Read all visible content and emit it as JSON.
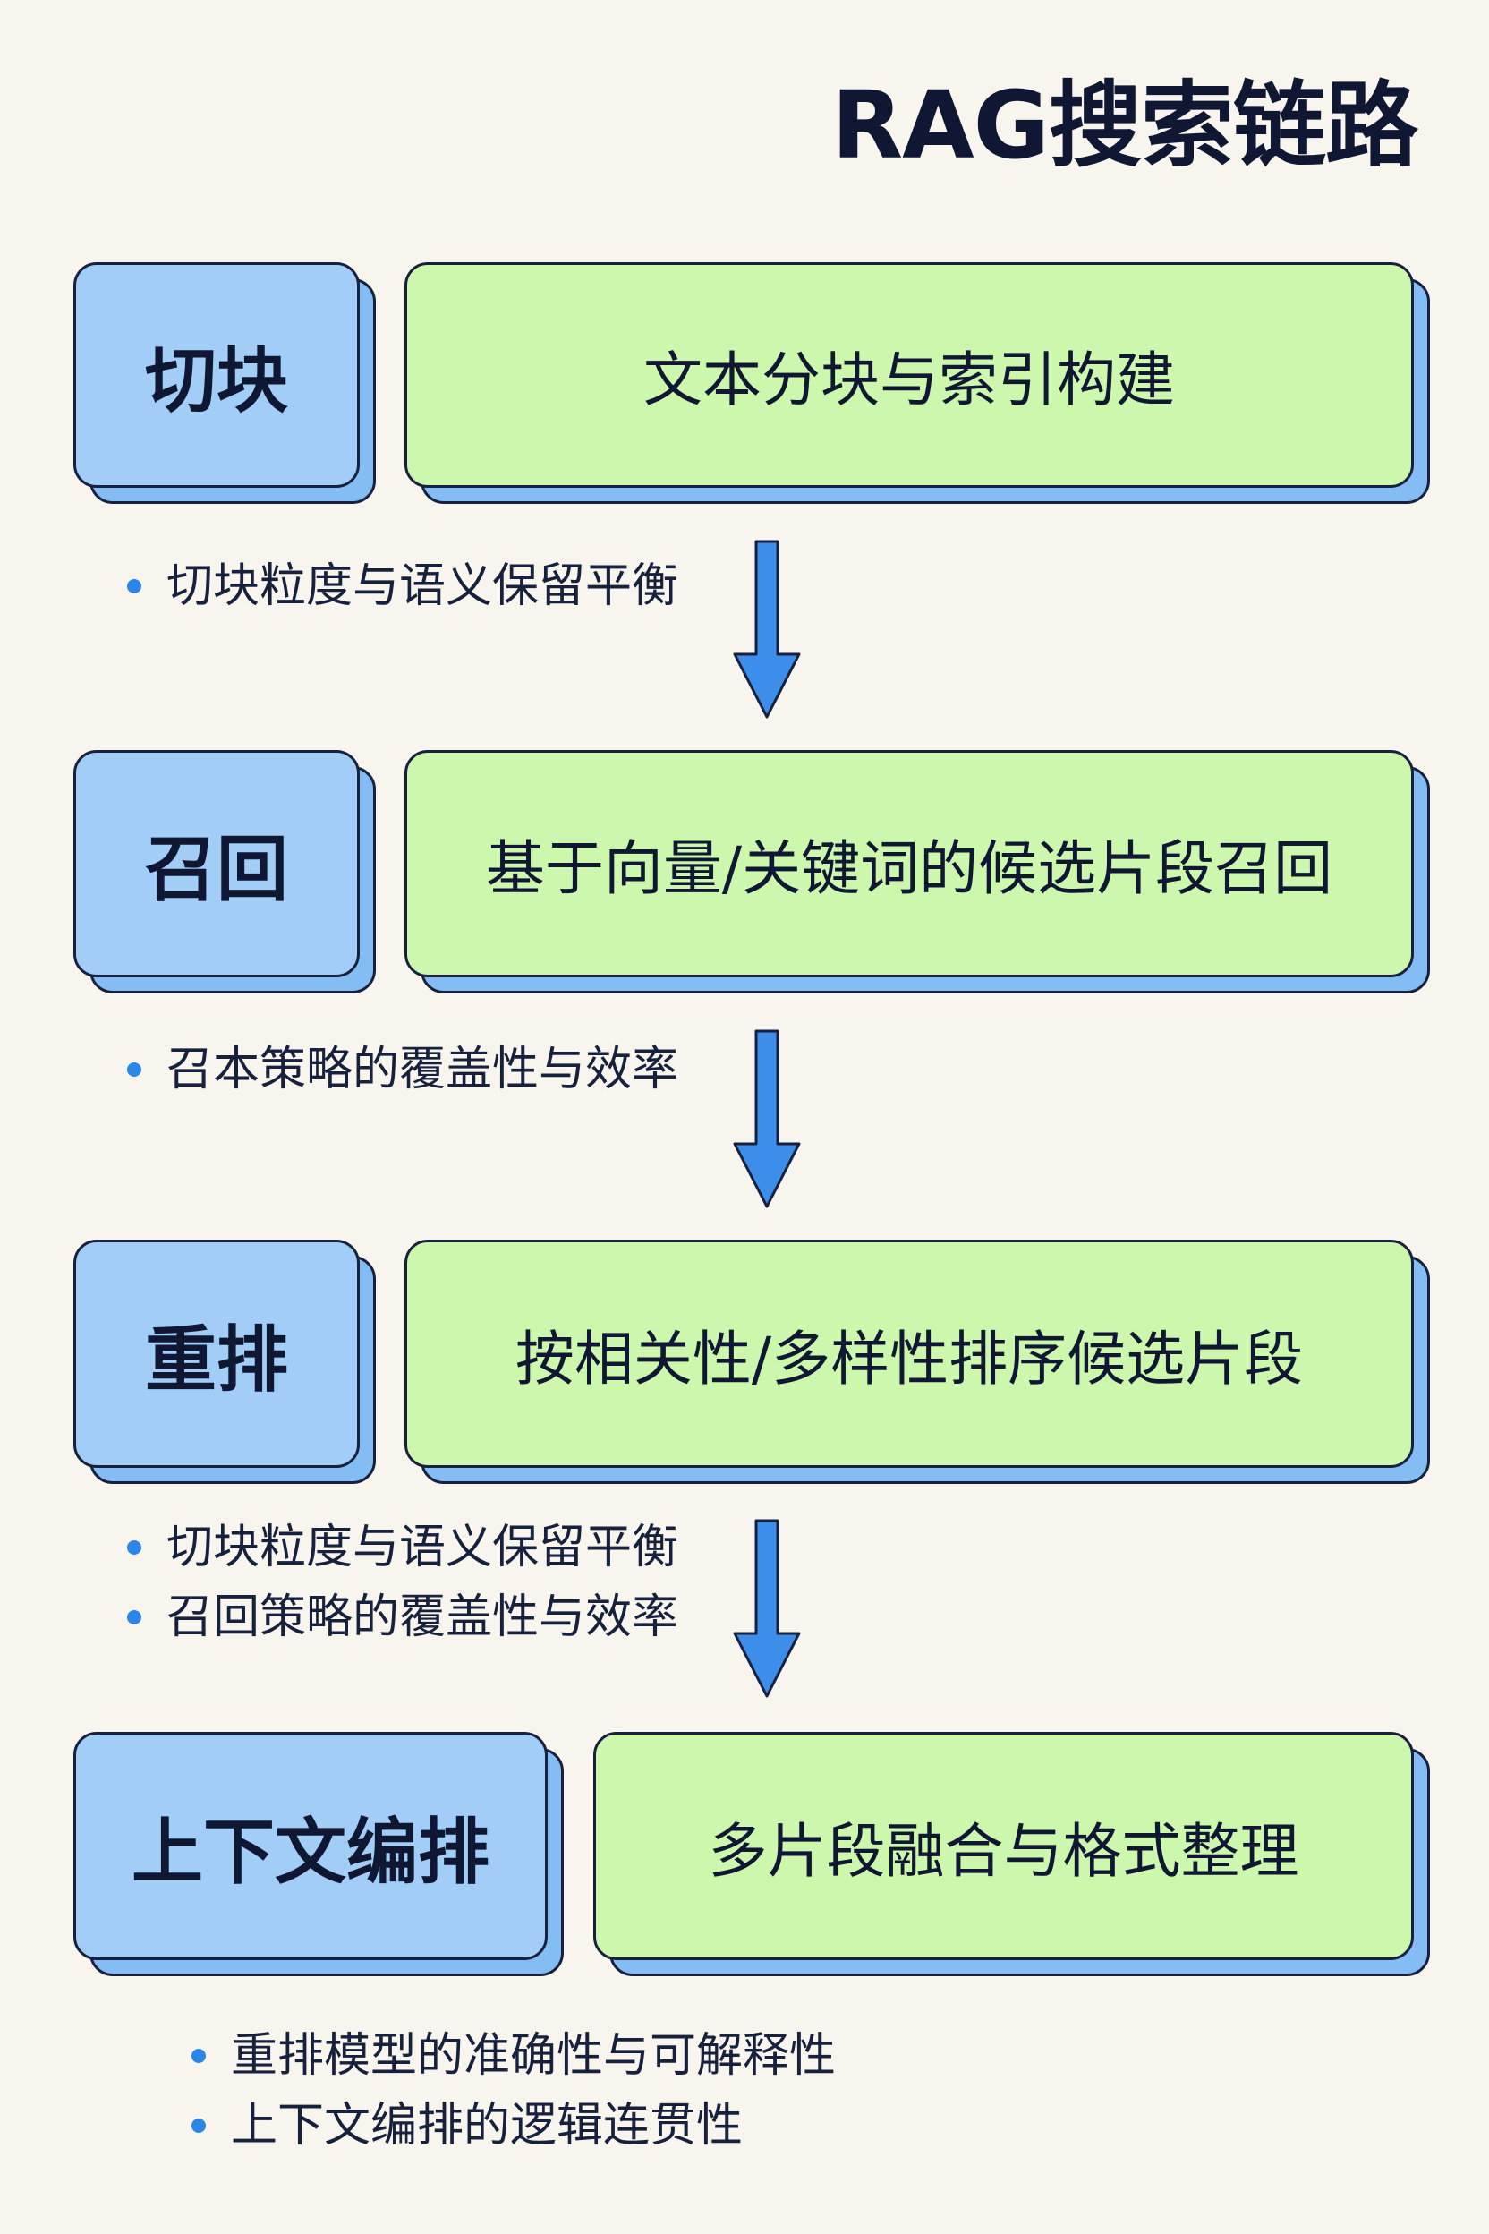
{
  "title": "RAG搜索链路",
  "colors": {
    "label_fill": "#a2cdf7",
    "desc_fill": "#ccf7ac",
    "shadow_fill": "#84bcf4",
    "arrow_fill": "#3d8eea",
    "bullet_dot": "#2b86ea",
    "text": "#0f1733",
    "background": "#f7f5ee"
  },
  "steps": [
    {
      "label": "切块",
      "description": "文本分块与索引构建"
    },
    {
      "label": "召回",
      "description": "基于向量/关键词的候选片段召回"
    },
    {
      "label": "重排",
      "description": "按相关性/多样性排序候选片段"
    },
    {
      "label": "上下文编排",
      "description": "多片段融合与格式整理"
    }
  ],
  "notes": [
    {
      "bullets": [
        "切块粒度与语义保留平衡"
      ]
    },
    {
      "bullets": [
        "召本策略的覆盖性与效率"
      ]
    },
    {
      "bullets": [
        "切块粒度与语义保留平衡",
        "召回策略的覆盖性与效率"
      ]
    },
    {
      "bullets": [
        "重排模型的准确性与可解释性",
        "上下文编排的逻辑连贯性"
      ]
    }
  ],
  "icons": {
    "flow_arrow": "arrow-down-icon",
    "bullet": "bullet-dot-icon"
  }
}
